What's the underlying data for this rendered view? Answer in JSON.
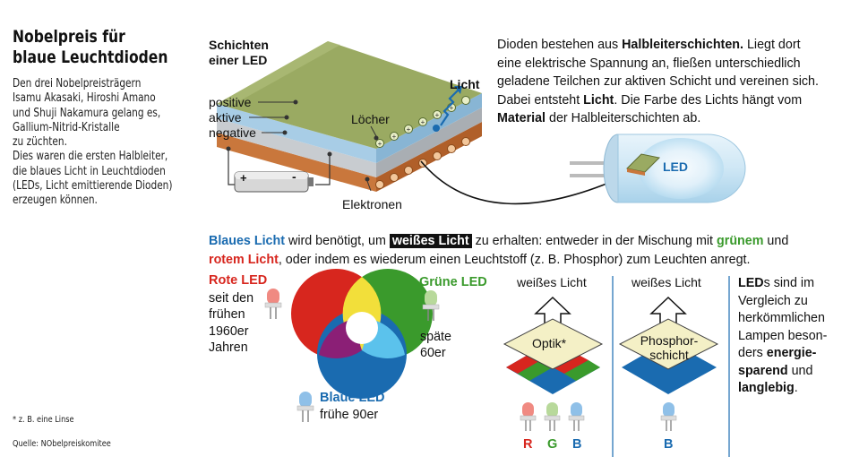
{
  "title": {
    "line1": "Nobelpreis für",
    "line2": "blaue Leuchtdioden"
  },
  "intro": {
    "lines": [
      "Den drei Nobelpreisträgern",
      "Isamu Akasaki,  Hiroshi Amano",
      "und Shuji Nakamura gelang es,",
      "Gallium-Nitrid-Kristalle",
      "zu züchten.",
      "Dies waren die ersten Halbleiter,",
      "die blaues Licht in Leuchtdioden",
      "(LEDs, Licht emittierende Dioden)",
      "erzeugen können."
    ]
  },
  "footnote": "* z. B. eine Linse",
  "source": "Quelle: NObelpreiskomitee",
  "layers": {
    "heading1": "Schichten",
    "heading2": "einer LED",
    "positive": "positive",
    "active": "aktive",
    "negative": "negative",
    "holes": "Löcher",
    "light": "Licht",
    "electrons": "Elektronen",
    "plus_sign": "+",
    "minus_sign": "-"
  },
  "led_label": "LED",
  "description": {
    "p1": "Dioden bestehen aus ",
    "b1": "Halbleiterschichten.",
    "p2": " Liegt dort eine elektrische Spannung an, fließen unterschiedlich geladene Teilchen zur aktiven Schicht und vereinen sich. Dabei entsteht ",
    "b2": "Licht",
    "p3": ". Die Farbe des Lichts hängt vom ",
    "b3": "Material",
    "p4": " der Halbleiterschichten ab."
  },
  "middle": {
    "s1": "Blaues Licht",
    "s2": " wird benötigt, um ",
    "s3": "weißes Licht",
    "s4": " zu erhalten: entweder in der Mischung mit ",
    "s5": "grünem",
    "s6": " und ",
    "s7": "rotem Licht",
    "s8": ", oder indem es wiederum einen Leuchtstoff (z. B. Phosphor) zum Leuchten anregt."
  },
  "red_led": {
    "name": "Rote LED",
    "l1": "seit den",
    "l2": "frühen",
    "l3": "1960er",
    "l4": "Jahren"
  },
  "green_led": {
    "name": "Grüne LED",
    "l1": "späte",
    "l2": "60er"
  },
  "blue_led": {
    "name": "Blaue LED",
    "l1": "frühe 90er"
  },
  "optics": {
    "white1": "weißes Licht",
    "optik": "Optik*",
    "r": "R",
    "g": "G",
    "b": "B"
  },
  "phosphor": {
    "white2": "weißes Licht",
    "ph1": "Phosphor-",
    "ph2": "schicht",
    "b": "B"
  },
  "conclusion": {
    "l1a": "LED",
    "l1b": "s sind im",
    "l2": "Vergleich zu",
    "l3": "herkömmlichen",
    "l4": "Lampen besonders",
    "l4a": "Lampen beson-",
    "l5": "ders ",
    "l5b": "energie-",
    "l6": "sparend",
    "l6b": " und",
    "l7": "langlebig",
    "l7b": "."
  },
  "colors": {
    "red": "#d7261e",
    "green": "#3a9a2c",
    "blue": "#1a6bb0",
    "yellow": "#f2df3a",
    "magenta": "#8b1f76",
    "cyan": "#5bc2ec"
  }
}
